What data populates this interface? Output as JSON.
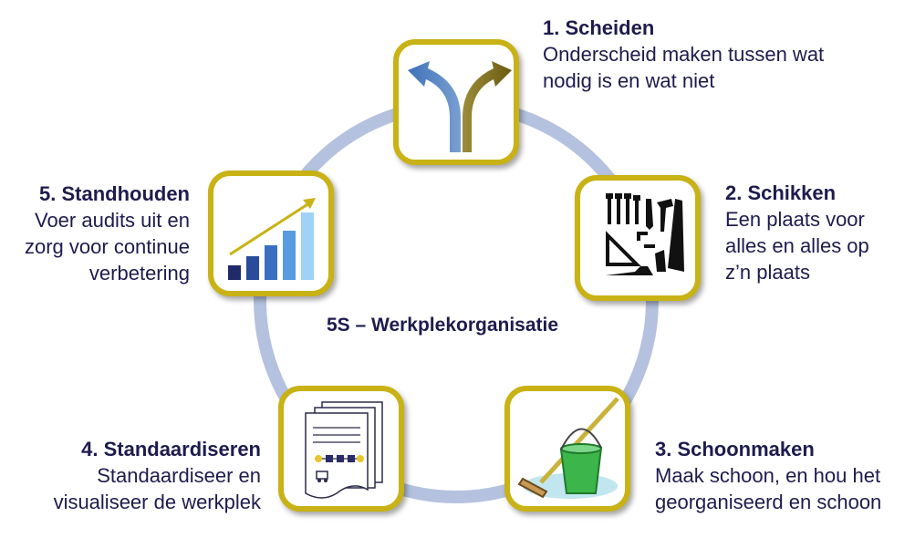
{
  "diagram_title": "5S – Werkplekorganisatie",
  "colors": {
    "text": "#1e1b4e",
    "tile_border": "#c8b215",
    "ring": "#b4c2df"
  },
  "steps": [
    {
      "title": "1. Scheiden",
      "lines": [
        "Onderscheid maken tussen wat",
        "nodig is en wat niet"
      ],
      "icon": "split-arrows-icon"
    },
    {
      "title": "2. Schikken",
      "lines": [
        "Een plaats voor",
        "alles en alles op",
        "z’n plaats"
      ],
      "icon": "tools-icon"
    },
    {
      "title": "3. Schoonmaken",
      "lines": [
        "Maak schoon, en hou het",
        "georganiseerd en schoon"
      ],
      "icon": "mop-bucket-icon"
    },
    {
      "title": "4. Standaardiseren",
      "lines": [
        "Standaardiseer en",
        "visualiseer de werkplek"
      ],
      "icon": "documents-icon"
    },
    {
      "title": "5. Standhouden",
      "lines": [
        "Voer audits uit en",
        "zorg voor continue",
        "verbetering"
      ],
      "icon": "growth-chart-icon"
    }
  ]
}
